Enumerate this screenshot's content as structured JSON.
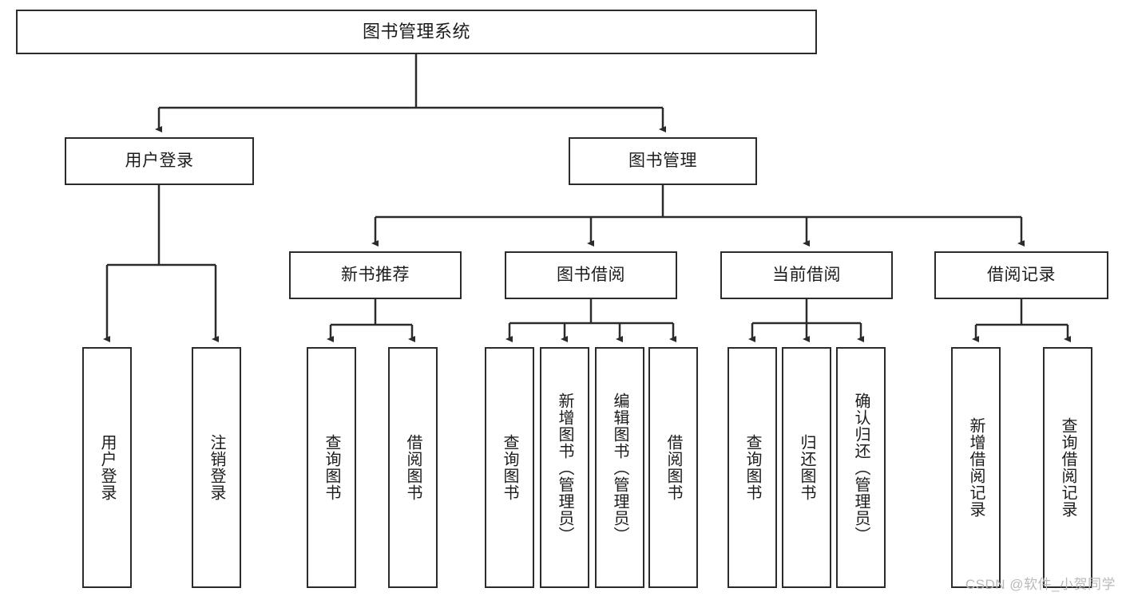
{
  "diagram": {
    "title": "图书管理系统",
    "watermark": "CSDN @软件_小贺同学",
    "line_color": "#2b2b2b",
    "box_fill": "#ffffff",
    "text_color": "#1c1c1c",
    "watermark_color": "#b9b9b9"
  },
  "nodes": {
    "root": {
      "label": "图书管理系统"
    },
    "level1": [
      {
        "label": "用户登录"
      },
      {
        "label": "图书管理"
      }
    ],
    "level2": [
      {
        "label": "新书推荐"
      },
      {
        "label": "图书借阅"
      },
      {
        "label": "当前借阅"
      },
      {
        "label": "借阅记录"
      }
    ],
    "leaves": {
      "user_login": [
        {
          "label": "用户登录"
        },
        {
          "label": "注销登录"
        }
      ],
      "new_book": [
        {
          "label": "查询图书"
        },
        {
          "label": "借阅图书"
        }
      ],
      "book_borrow": [
        {
          "label": "查询图书"
        },
        {
          "label": "新增图书（管理员）"
        },
        {
          "label": "编辑图书（管理员）"
        },
        {
          "label": "借阅图书"
        }
      ],
      "current_borrow": [
        {
          "label": "查询图书"
        },
        {
          "label": "归还图书"
        },
        {
          "label": "确认归还（管理员）"
        }
      ],
      "borrow_record": [
        {
          "label": "新增借阅记录"
        },
        {
          "label": "查询借阅记录"
        }
      ]
    }
  }
}
